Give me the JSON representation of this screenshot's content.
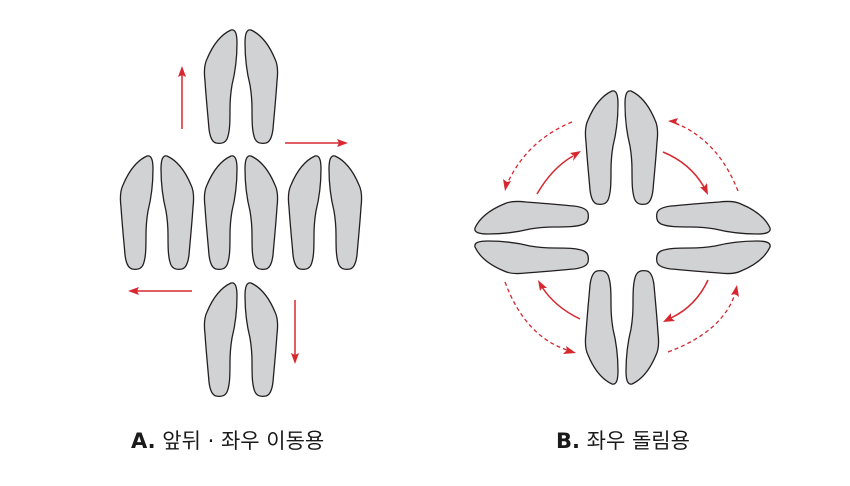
{
  "captions": {
    "a_prefix": "A.",
    "a_text": " 앞뒤 · 좌우 이동용",
    "b_prefix": "B.",
    "b_text": " 좌우 돌림용"
  },
  "colors": {
    "insole_fill": "#d1d2d4",
    "insole_stroke": "#231f20",
    "arrow": "#d7282f",
    "background": "#ffffff"
  },
  "panel_a": {
    "title": "A. 앞뒤 · 좌우 이동용",
    "insole_pairs": [
      "top",
      "middle-left",
      "middle-center",
      "middle-right",
      "bottom"
    ],
    "arrows": [
      "up",
      "right",
      "left",
      "down"
    ]
  },
  "panel_b": {
    "title": "B. 좌우 돌림용",
    "insole_pairs": [
      "top",
      "left",
      "right",
      "bottom"
    ],
    "arrows": [
      "top-left-solid",
      "top-left-dashed",
      "top-right-solid",
      "top-right-dashed",
      "bottom-left-solid",
      "bottom-left-dashed",
      "bottom-right-solid",
      "bottom-right-dashed"
    ]
  }
}
